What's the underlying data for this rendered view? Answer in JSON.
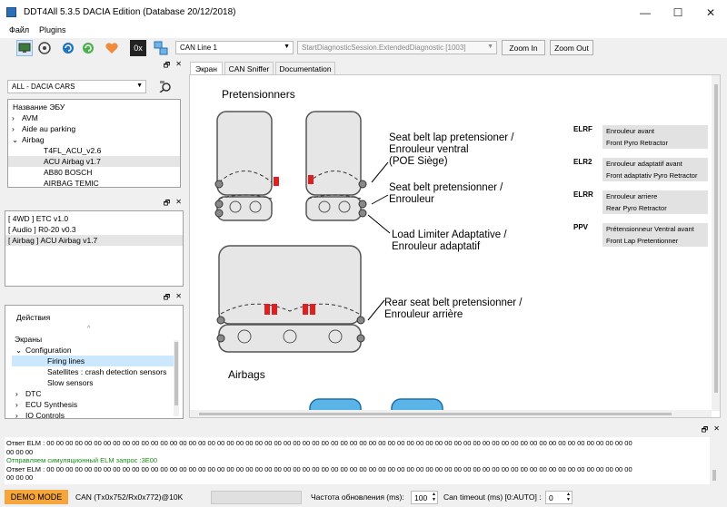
{
  "window": {
    "title": "DDT4All 5.3.5 DACIA Edition (Database 20/12/2018)",
    "minimize": "—",
    "maximize": "☐",
    "close": "✕"
  },
  "menu": [
    "Файл",
    "Plugins"
  ],
  "toolbar": {
    "can_line": "CAN Line 1",
    "session": "StartDiagnosticSession.ExtendedDiagnostic [1003]",
    "zoom_in": "Zoom In",
    "zoom_out": "Zoom Out",
    "hex_icon_text": "0x"
  },
  "ecu_panel": {
    "filter": "ALL - DACIA CARS",
    "header": "Название ЭБУ",
    "items": [
      {
        "label": "AVM",
        "level": 0,
        "expander": "›"
      },
      {
        "label": "Aide au parking",
        "level": 0,
        "expander": "›"
      },
      {
        "label": "Airbag",
        "level": 0,
        "expander": "⌄"
      },
      {
        "label": "T4FL_ACU_v2.6",
        "level": 1,
        "expander": ""
      },
      {
        "label": "ACU Airbag v1.7",
        "level": 1,
        "expander": ""
      },
      {
        "label": "AB80 BOSCH",
        "level": 1,
        "expander": ""
      },
      {
        "label": "AIRBAG TEMIC",
        "level": 1,
        "expander": ""
      }
    ]
  },
  "ecu_list": [
    "[ 4WD ] ETC v1.0",
    "[ Audio ] R0-20 v0.3",
    "[ Airbag ] ACU Airbag v1.7"
  ],
  "actions_panel": {
    "tab": "Действия",
    "root": "Экраны",
    "items": [
      {
        "label": "Configuration",
        "level": 0,
        "expander": "⌄"
      },
      {
        "label": "Firing lines",
        "level": 1,
        "expander": ""
      },
      {
        "label": "Satellites : crash detection sensors",
        "level": 1,
        "expander": ""
      },
      {
        "label": "Slow sensors",
        "level": 1,
        "expander": ""
      },
      {
        "label": "DTC",
        "level": 0,
        "expander": "›"
      },
      {
        "label": "ECU Synthesis",
        "level": 0,
        "expander": "›"
      },
      {
        "label": "IO Controls",
        "level": 0,
        "expander": "›"
      }
    ]
  },
  "tabs": [
    "Экран",
    "CAN Sniffer",
    "Documentation"
  ],
  "screen": {
    "heading": "Pretensionners",
    "airbags_heading": "Airbags",
    "annotations": [
      [
        "Seat belt lap pretensioner /",
        "Enrouleur ventral",
        "(POE Siège)"
      ],
      [
        "Seat belt pretensionner /",
        "Enrouleur"
      ],
      [
        "Load Limiter Adaptative /",
        "Enrouleur adaptatif"
      ],
      [
        "Rear seat belt pretensionner /",
        "Enrouleur arrière"
      ]
    ],
    "legend": [
      {
        "code": "ELRF",
        "line1": "Enrouleur avant",
        "line2": "Front Pyro Retractor"
      },
      {
        "code": "ELR2",
        "line1": "Enrouleur adaptatif avant",
        "line2": "Front adaptativ Pyro Retractor"
      },
      {
        "code": "ELRR",
        "line1": "Enrouleur arriere",
        "line2": "Rear Pyro Retractor"
      },
      {
        "code": "PPV",
        "line1": "Prétensionneur Ventral avant",
        "line2": "Front Lap Pretentionner"
      }
    ]
  },
  "log": {
    "line1": "Ответ ELM : 00 00 00 00 00 00 00 00 00 00 00 00 00 00 00 00 00 00 00 00 00 00 00 00 00 00 00 00 00 00 00 00 00 00 00 00 00 00 00 00 00 00 00 00 00 00 00 00 00 00 00 00 00 00 00 00 00 00 00 00 00 00",
    "line1b": "00 00 00",
    "line2": "Отправляем симуляционный ELM запрос :3E00",
    "line3": "Ответ ELM : 00 00 00 00 00 00 00 00 00 00 00 00 00 00 00 00 00 00 00 00 00 00 00 00 00 00 00 00 00 00 00 00 00 00 00 00 00 00 00 00 00 00 00 00 00 00 00 00 00 00 00 00 00 00 00 00 00 00 00 00 00 00",
    "line3b": "00 00 00"
  },
  "status": {
    "mode": "DEMO MODE",
    "can": "CAN (Tx0x752/Rx0x772)@10K",
    "refresh_label": "Частота обновления (ms):",
    "refresh_value": "100",
    "timeout_label": "Can timeout (ms) [0:AUTO] :",
    "timeout_value": "0"
  },
  "colors": {
    "demo_mode_bg": "#f5a53a",
    "selection": "#cce8ff",
    "log_green": "#1a8a1a",
    "airbag_blue": "#5bb4e8"
  }
}
